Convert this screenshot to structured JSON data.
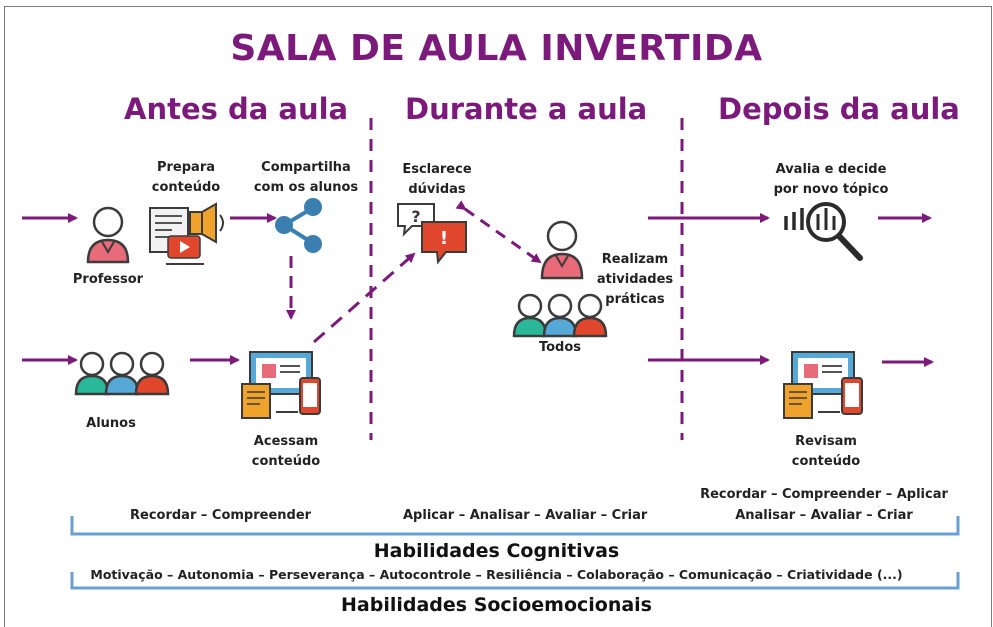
{
  "title": "SALA DE AULA INVERTIDA",
  "phases": {
    "before": "Antes da aula",
    "during": "Durante a aula",
    "after": "Depois da aula"
  },
  "before": {
    "prepara": "Prepara\nconteúdo",
    "compartilha": "Compartilha\ncom os alunos",
    "professor": "Professor",
    "alunos": "Alunos",
    "acessam": "Acessam\nconteúdo"
  },
  "during": {
    "esclarece": "Esclarece\ndúvidas",
    "realizam": "Realizam\natividades\npráticas",
    "todos": "Todos"
  },
  "after": {
    "avalia": "Avalia e decide\npor novo tópico",
    "revisam": "Revisam\nconteúdo"
  },
  "cognitive": {
    "before": "Recordar –  Compreender",
    "during": "Aplicar –  Analisar – Avaliar –  Criar",
    "after": "Recordar –  Compreender – Aplicar\nAnalisar – Avaliar – Criar",
    "label": "Habilidades Cognitivas"
  },
  "socioemotional": {
    "list": "Motivação – Autonomia – Perseverança –  Autocontrole – Resiliência – Colaboração  – Comunicação – Criatividade  (...)",
    "label": "Habilidades Socioemocionais"
  },
  "colors": {
    "purple": "#7b1a7b",
    "bracket": "#6aa0d0",
    "red": "#e0472c",
    "pink": "#e96a78",
    "teal": "#2bb89a",
    "blue": "#56a8d6",
    "orange": "#f0a32c"
  }
}
